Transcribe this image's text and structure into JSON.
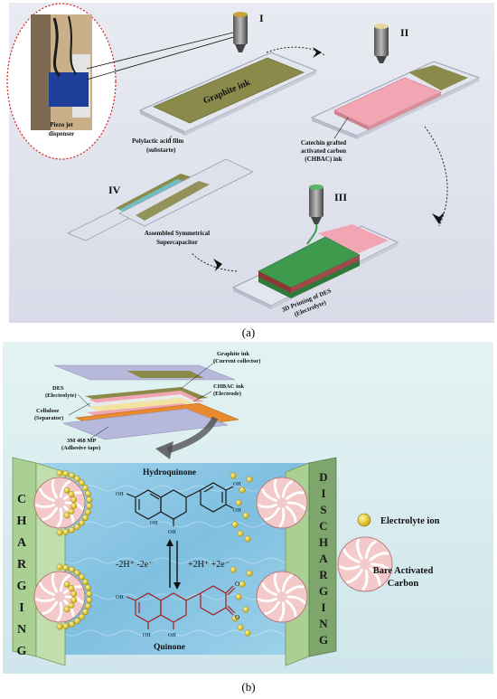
{
  "panel_a": {
    "caption": "(a)",
    "stages": {
      "s1": "I",
      "s2": "II",
      "s3": "III",
      "s4": "IV"
    },
    "dispenser_label_1": "Piezo jet",
    "dispenser_label_2": "dispenser",
    "graphite_ink": "Graphite ink",
    "pla_label_1": "Polylactic acid film",
    "pla_label_2": "(substarte)",
    "chbac_label_1": "Catechin grafted",
    "chbac_label_2": "activated carbon",
    "chbac_label_3": "(CHBAC) ink",
    "assembled_label_1": "Assembled Symmetrical",
    "assembled_label_2": "Supercapacitor",
    "des_label_1": "3D Printing of DES",
    "des_label_2": "(Electrolyte)"
  },
  "panel_b": {
    "caption": "(b)",
    "stack_labels": {
      "graphite_1": "Graphite ink",
      "graphite_2": "(Current collector)",
      "des_1": "DES",
      "des_2": "(Electrolyte)",
      "chbac_1": "CHBAC ink",
      "chbac_2": "(Electrode)",
      "cellulose_1": "Cellulose",
      "cellulose_2": "(Separator)",
      "tape_1": "3M 468 MP",
      "tape_2": "(Adhesive tape)"
    },
    "hydroquinone": "Hydroquinone",
    "quinone": "Quinone",
    "charging_letters": [
      "C",
      "H",
      "A",
      "R",
      "G",
      "I",
      "N",
      "G"
    ],
    "discharging_letters": [
      "D",
      "I",
      "S",
      "C",
      "H",
      "A",
      "R",
      "G",
      "I",
      "N",
      "G"
    ],
    "left_reaction": "-2H⁺ -2e⁻",
    "right_reaction": "+2H⁺ +2e⁻",
    "oh": "OH",
    "o": "O",
    "electrolyte_ion": "Electrolyte ion",
    "bare_carbon_1": "Bare Activated",
    "bare_carbon_2": "Carbon"
  },
  "colors": {
    "graphite": "#8a8a4a",
    "chbac": "#f2a6b4",
    "des": "#3e9a4c",
    "electrolyte": "#8fc9e4",
    "electrode_plate": "#a9cf93",
    "ion": "#e8cf1e"
  }
}
